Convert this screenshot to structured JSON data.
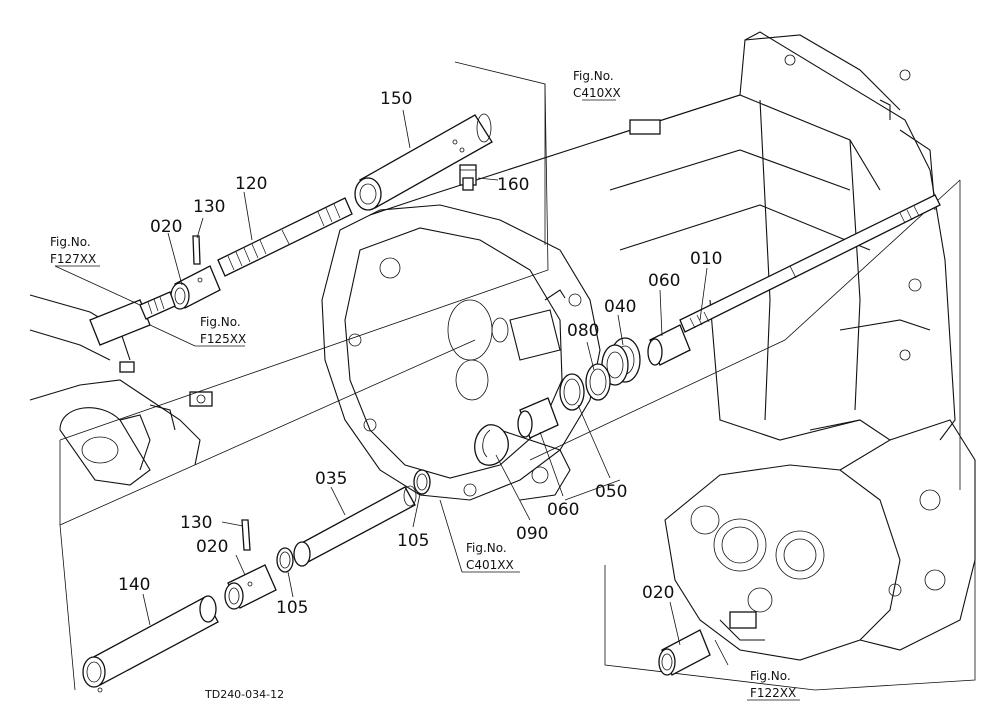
{
  "diagram_code": "TD240-034-12",
  "part_numbers": {
    "p150": "150",
    "p160": "160",
    "p120": "120",
    "p130_top": "130",
    "p020_top": "020",
    "p010": "010",
    "p060_top": "060",
    "p040": "040",
    "p080": "080",
    "p050": "050",
    "p060_mid": "060",
    "p090": "090",
    "p035": "035",
    "p105_right": "105",
    "p105_left": "105",
    "p130_bottom": "130",
    "p020_bottom": "020",
    "p140": "140",
    "p020_right": "020"
  },
  "figure_refs": {
    "f127": {
      "label": "Fig.No.",
      "code": "F127XX"
    },
    "f125": {
      "label": "Fig.No.",
      "code": "F125XX"
    },
    "c410": {
      "label": "Fig.No.",
      "code": "C410XX"
    },
    "c401": {
      "label": "Fig.No.",
      "code": "C401XX"
    },
    "f122": {
      "label": "Fig.No.",
      "code": "F122XX"
    }
  },
  "colors": {
    "line": "#111111",
    "background": "#ffffff"
  }
}
